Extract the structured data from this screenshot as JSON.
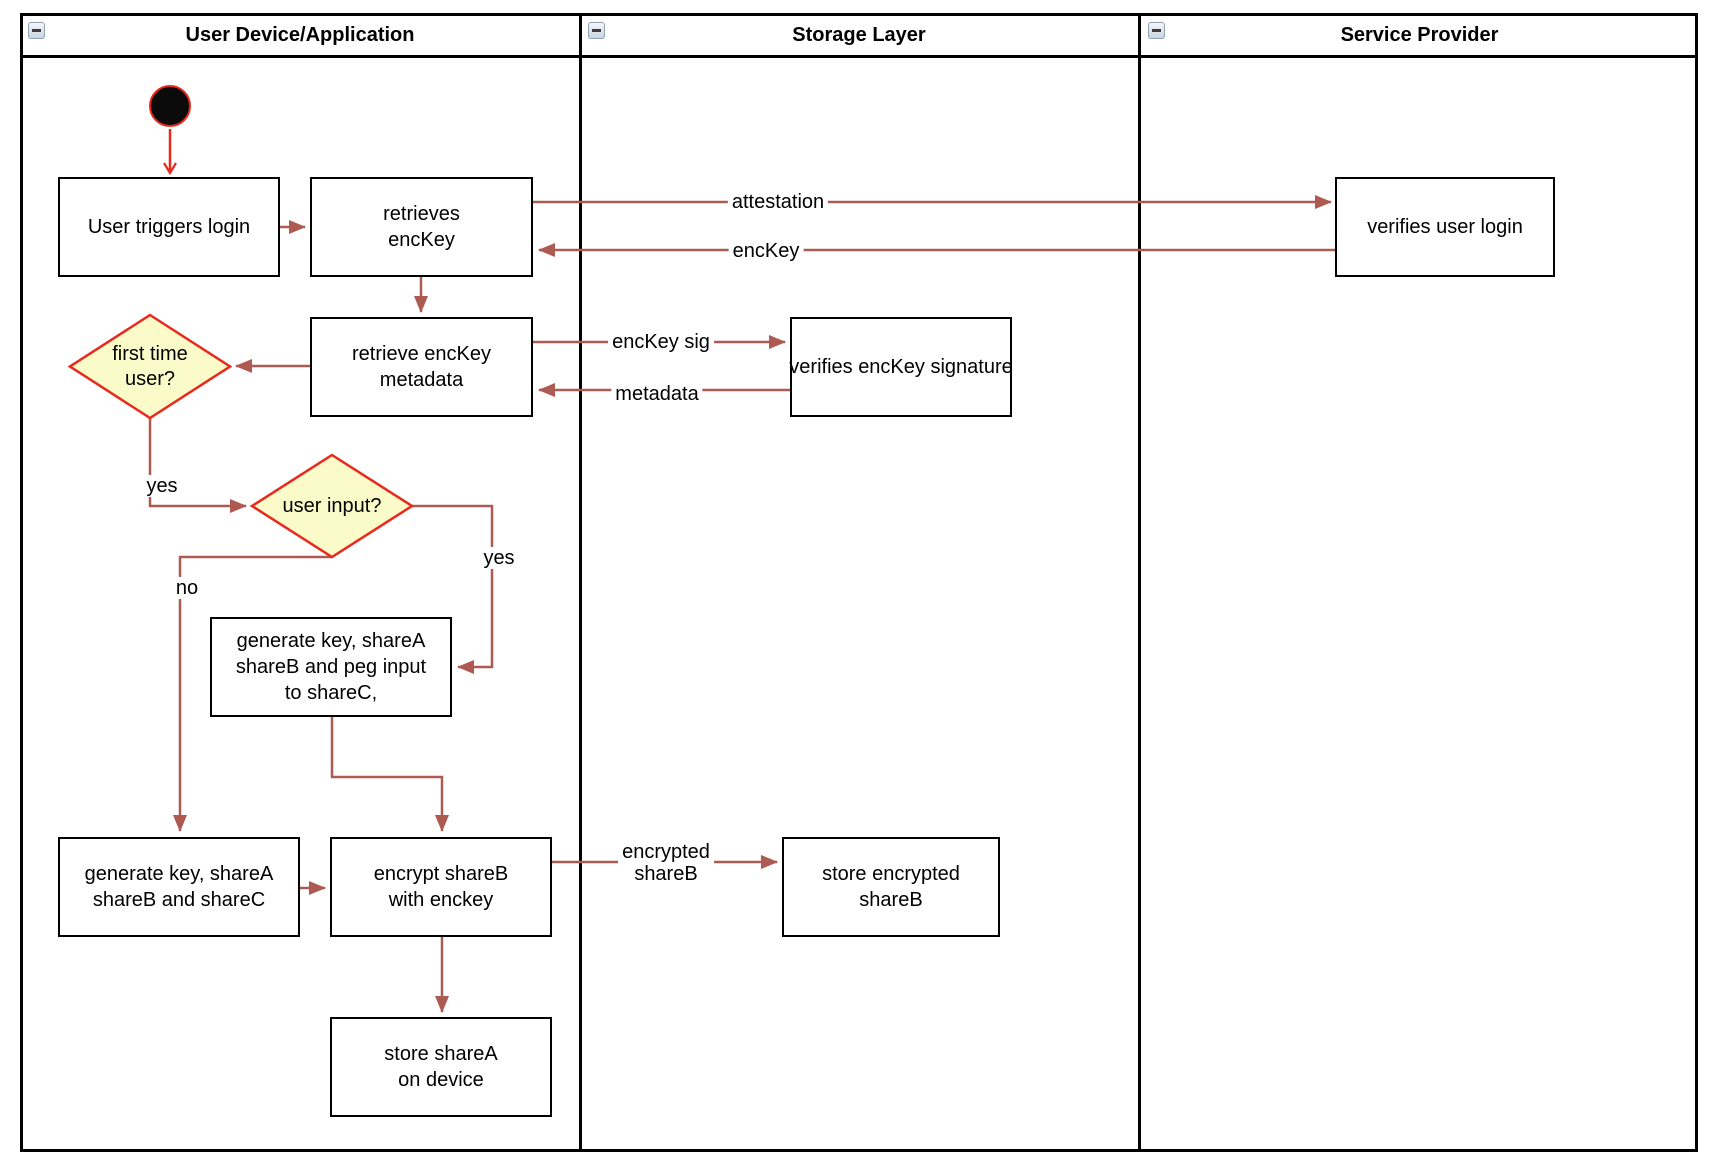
{
  "lanes": [
    {
      "title": "User Device/Application"
    },
    {
      "title": "Storage Layer"
    },
    {
      "title": "Service Provider"
    }
  ],
  "icons": {
    "collapse": "minus"
  },
  "nodes": {
    "user_triggers_login": "User triggers login",
    "retrieves_enckey": "retrieves\nencKey",
    "verifies_user_login": "verifies user login",
    "retrieve_enckey_metadata": "retrieve encKey\nmetadata",
    "verifies_enckey_signature": "verifies encKey signature",
    "first_time_user": "first time\nuser?",
    "user_input": "user input?",
    "generate_key_peg_input": "generate key, shareA\nshareB and peg input\nto shareC,",
    "generate_key_abc": "generate key, shareA\nshareB and shareC",
    "encrypt_shareb": "encrypt shareB\nwith enckey",
    "store_encrypted_shareb": "store encrypted\nshareB",
    "store_sharea": "store shareA\non device"
  },
  "edge_labels": {
    "attestation": "attestation",
    "enckey": "encKey",
    "enckey_sig": "encKey sig",
    "metadata": "metadata",
    "encrypted_shareb": "encrypted\nshareB",
    "yes_first_time": "yes",
    "no_user_input": "no",
    "yes_user_input": "yes"
  },
  "colors": {
    "flow_line": "#ad5a52",
    "accent_red": "#e8291c",
    "diamond_fill": "#fbfbca",
    "shape_border": "#000000",
    "background": "#ffffff"
  }
}
